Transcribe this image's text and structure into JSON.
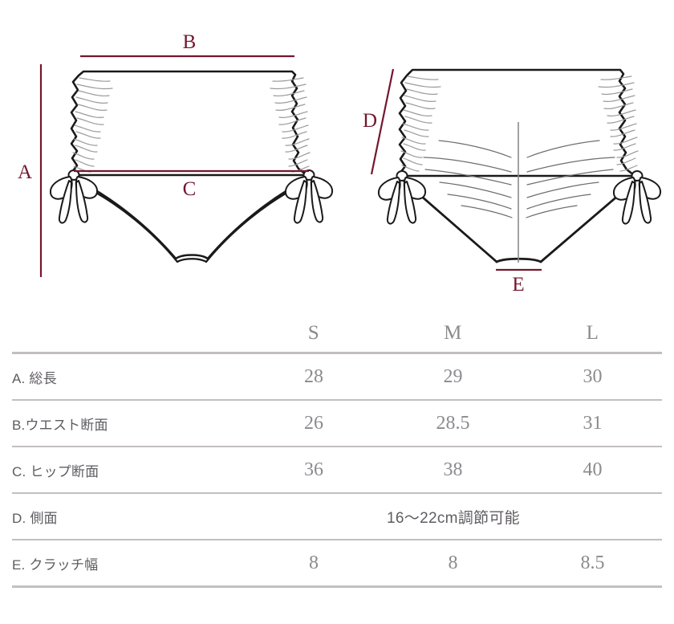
{
  "colors": {
    "measurement_line": "#74162f",
    "measurement_text": "#74162f",
    "garment_outline": "#1a1a1a",
    "ruche_line": "#9b9b9b",
    "table_rule": "#c3bfc1",
    "table_value_text": "#8d8a8e",
    "table_label_text": "#5f5c61",
    "background": "#ffffff"
  },
  "diagram": {
    "front_view": {
      "name": "front-view-illustration",
      "measurements": [
        {
          "key": "A",
          "label": "A",
          "orientation": "vertical",
          "description": "total length"
        },
        {
          "key": "B",
          "label": "B",
          "orientation": "horizontal",
          "description": "waist width"
        },
        {
          "key": "C",
          "label": "C",
          "orientation": "horizontal",
          "description": "hip width"
        }
      ]
    },
    "back_view": {
      "name": "back-view-illustration",
      "measurements": [
        {
          "key": "D",
          "label": "D",
          "orientation": "diagonal",
          "description": "side length"
        },
        {
          "key": "E",
          "label": "E",
          "orientation": "horizontal",
          "description": "crotch width"
        }
      ]
    }
  },
  "table": {
    "columns": [
      "",
      "S",
      "M",
      "L"
    ],
    "header": {
      "blank": "",
      "s": "S",
      "m": "M",
      "l": "L"
    },
    "rows": [
      {
        "label": "A. 総長",
        "s": "28",
        "m": "29",
        "l": "30",
        "span": null
      },
      {
        "label": "B.ウエスト断面",
        "s": "26",
        "m": "28.5",
        "l": "31",
        "span": null
      },
      {
        "label": "C. ヒップ断面",
        "s": "36",
        "m": "38",
        "l": "40",
        "span": null
      },
      {
        "label": "D. 側面",
        "s": null,
        "m": null,
        "l": null,
        "span": "16〜22cm調節可能"
      },
      {
        "label": "E. クラッチ幅",
        "s": "8",
        "m": "8",
        "l": "8.5",
        "span": null
      }
    ]
  }
}
